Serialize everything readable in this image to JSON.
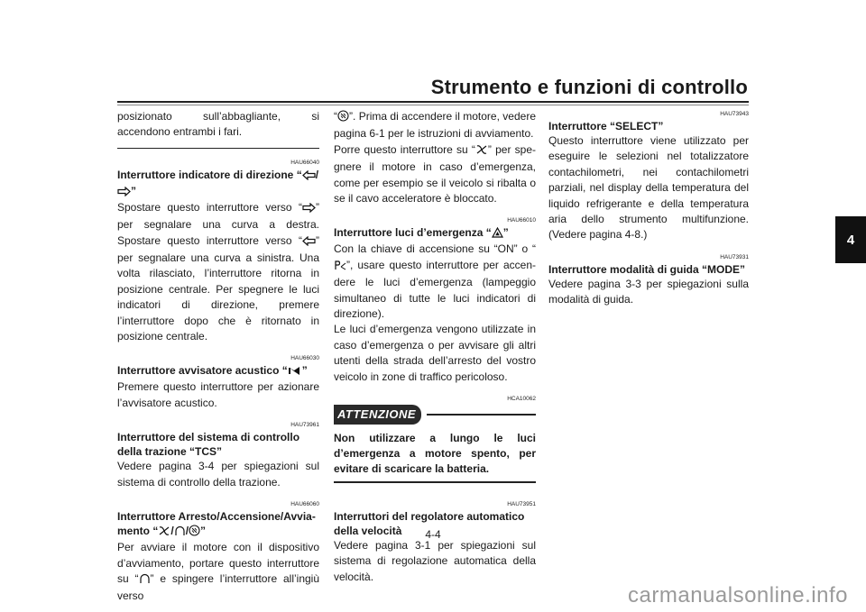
{
  "header": {
    "title": "Strumento e funzioni di controllo"
  },
  "chapter_tab": "4",
  "page_number": "4-4",
  "watermark": "carmanualsonline.info",
  "col1": {
    "intro": "posizionato sull’abbagliante, si accendono entrambi i fari.",
    "s1": {
      "code": "HAU66040",
      "title_a": "Interruttore indicatore di direzione “",
      "title_b": "/",
      "title_c": "”",
      "t1": "Spostare questo interruttore verso “",
      "t2": "” per segnalare una curva a destra. Spostare questo interruttore verso “",
      "t3": "” per segnalare una curva a sinistra. Una volta rilasciato, l’interruttore ritorna in posizione centrale. Per spegnere le luci indicatori di direzione, premere l’interruttore dopo che è ritornato in posizione centrale."
    },
    "s2": {
      "code": "HAU66030",
      "title_a": "Interruttore avvisatore acustico “",
      "title_b": "”",
      "body": "Premere questo interruttore per azionare l’avvisatore acustico."
    },
    "s3": {
      "code": "HAU73961",
      "title": "Interruttore del sistema di controllo della trazione “TCS”",
      "body": "Vedere pagina 3-4 per spiegazioni sul siste­ma di controllo della trazione."
    },
    "s4": {
      "code": "HAU66060",
      "title_a": "Interruttore Arresto/Accensione/Avvia­mento “",
      "sep": "/",
      "title_b": "”",
      "t1": "Per avviare il motore con il dispositivo d’av­viamento, portare questo interruttore su “",
      "t2": "” e spingere l’interruttore all’ingiù verso"
    }
  },
  "col2": {
    "c1": "“",
    "c2": "”. Prima di accendere il motore, vedere pagina 6-1 per le istruzioni di avviamento.",
    "c3": "Porre questo interruttore su “",
    "c4": "” per spe­gnere il motore in caso d’emergenza, come per esempio se il veicolo si ribalta o se il cavo acceleratore è bloccato.",
    "s5": {
      "code": "HAU66010",
      "title_a": "Interruttore luci d’emergenza “",
      "title_b": "”",
      "t1": "Con la chiave di accensione su “ON” o “",
      "t2": "”, usare questo interruttore per accen­dere le luci d’emergenza (lampeggio simul­taneo di tutte le luci indicatori di direzione).",
      "p2": "Le luci d’emergenza vengono utilizzate in caso d’emergenza o per avvisare gli altri utenti della strada dell’arresto del vostro vei­colo in zone di traffico pericoloso."
    },
    "caution": {
      "code": "HCA10062",
      "label": "ATTENZIONE",
      "text": "Non utilizzare a lungo le luci d’emergen­za a motore spento, per evitare di scari­care la batteria."
    },
    "s6": {
      "code": "HAU73951",
      "title": "Interruttori del regolatore automatico della velocità",
      "body": "Vedere pagina 3-1 per spiegazioni sul siste­ma di regolazione automatica della velocità."
    }
  },
  "col3": {
    "s7": {
      "code": "HAU73943",
      "title": "Interruttore “SELECT”",
      "body": "Questo interruttore viene utilizzato per ese­guire le selezioni nel totalizzatore contachi­lometri, nei contachilometri parziali, nel display della temperatura del liquido refrige­rante e della temperatura aria dello stru­mento multifunzione. (Vedere pagina 4-8.)"
    },
    "s8": {
      "code": "HAU73931",
      "title": "Interruttore modalità di guida “MODE”",
      "body": "Vedere pagina 3-3 per spiegazioni sulla modalità di guida."
    }
  },
  "icons": [
    "turn-left-icon",
    "turn-right-icon",
    "horn-icon",
    "engine-stop-icon",
    "engine-run-icon",
    "start-icon",
    "hazard-icon",
    "parking-icon"
  ]
}
